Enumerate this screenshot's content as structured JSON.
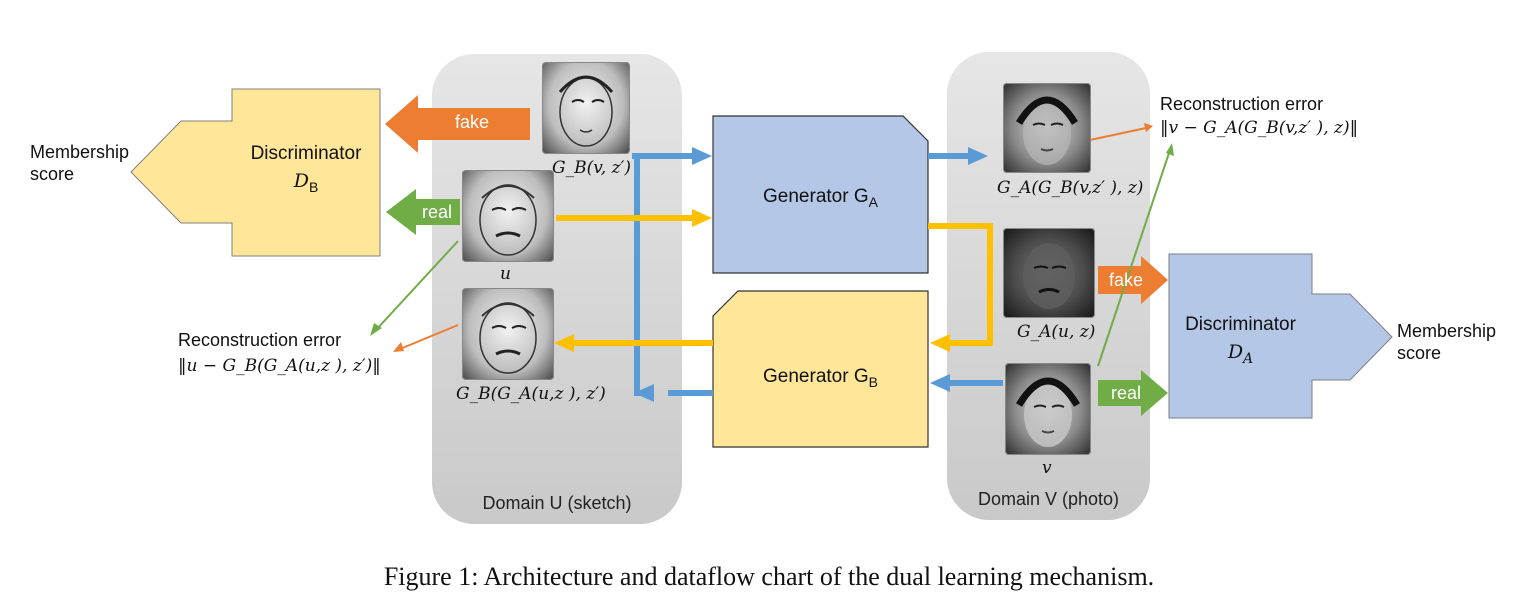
{
  "figure": {
    "caption": "Figure 1: Architecture and dataflow chart of the dual learning mechanism."
  },
  "domains": {
    "u_label": "Domain U (sketch)",
    "v_label": "Domain V (photo)"
  },
  "generators": {
    "a_label": "Generator G",
    "a_sub": "A",
    "b_label": "Generator G",
    "b_sub": "B"
  },
  "discriminators": {
    "b_title": "Discriminator",
    "b_symbol": "D",
    "b_sub": "B",
    "a_title": "Discriminator",
    "a_symbol": "D",
    "a_sub": "A"
  },
  "arrows": {
    "fake": "fake",
    "real": "real"
  },
  "outputs": {
    "membership": "Membership",
    "score": "score"
  },
  "reconstruction": {
    "title": "Reconstruction error",
    "u_formula": "‖u − G_B(G_A(u,z ), z′)‖",
    "v_formula": "‖v − G_A(G_B(v,z′ ), z)‖"
  },
  "image_labels": {
    "gb_v": "G_B(v, z′)",
    "u": "u",
    "gb_ga_u": "G_B(G_A(u,z ), z′)",
    "ga_gb_v": "G_A(G_B(v,z′ ), z)",
    "ga_u": "G_A(u, z)",
    "v": "v"
  },
  "colors": {
    "blue_box": "#b4c7e7",
    "yellow_box": "#ffe699",
    "blue_arrow": "#5b9bd5",
    "yellow_arrow": "#ffc000",
    "orange_arrow": "#ed7d31",
    "green_arrow": "#70ad47"
  }
}
